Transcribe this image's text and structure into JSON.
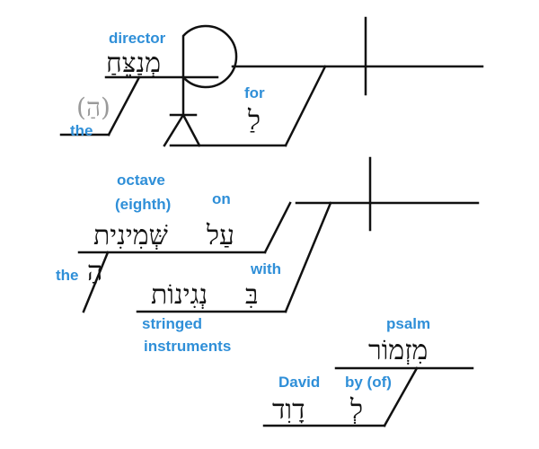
{
  "colors": {
    "gloss": "#2f8fd8",
    "line": "#111111",
    "implied": "#9a9a9a"
  },
  "clause1": {
    "subject_gloss": "director",
    "subject_hebrew": "מְנַצֵּחַ",
    "article_hebrew": "(הַ)",
    "article_gloss": "the",
    "prep_gloss": "for",
    "prep_hebrew": "לַ"
  },
  "clause2": {
    "noun_gloss": "octave",
    "noun_gloss_2": "(eighth)",
    "noun_hebrew": "שְּׁמִינִית",
    "prep_on_gloss": "on",
    "prep_on_hebrew": "עַל",
    "article_gloss": "the",
    "article_hebrew": "הַ",
    "prep_with_gloss": "with",
    "prep_with_hebrew": "בִּ",
    "instr_hebrew": "נְגִינוֹת",
    "instr_gloss_1": "stringed",
    "instr_gloss_2": "instruments"
  },
  "clause3": {
    "noun_gloss": "psalm",
    "noun_hebrew": "מִזְמוֹר",
    "david_gloss": "David",
    "david_hebrew": "דָוִד",
    "prep_gloss": "by (of)",
    "prep_hebrew": "לְ"
  }
}
